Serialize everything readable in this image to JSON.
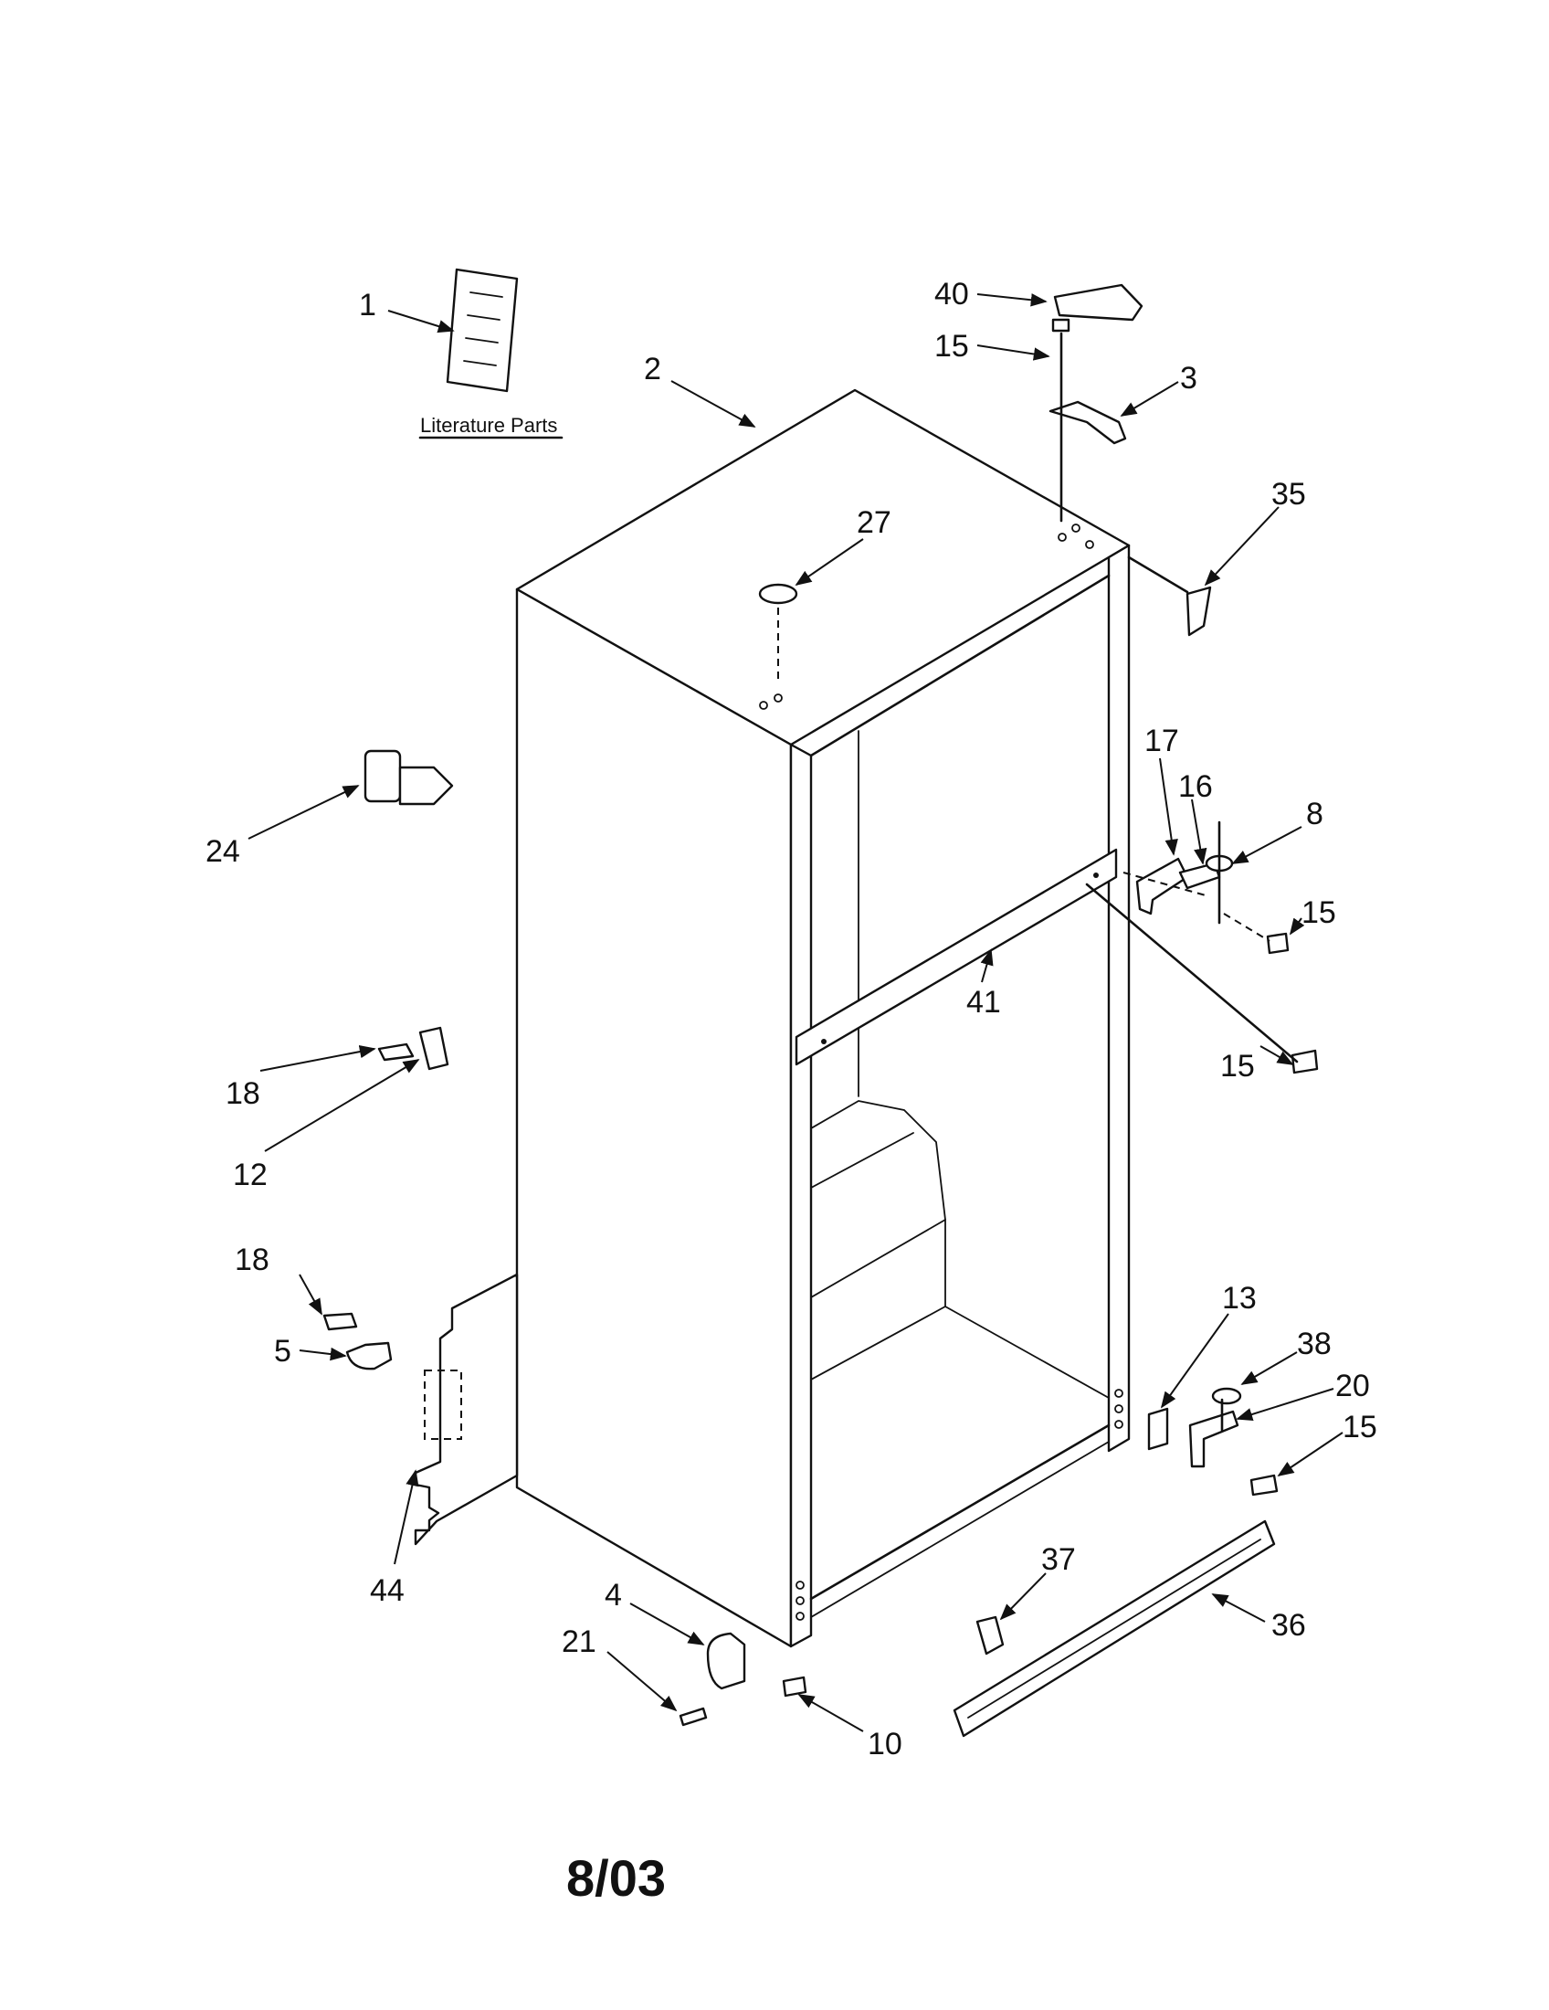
{
  "diagram": {
    "literature_caption": "Literature Parts",
    "date_code": "8/03",
    "callouts": {
      "c1": "1",
      "c2": "2",
      "c40": "40",
      "c15a": "15",
      "c3": "3",
      "c35": "35",
      "c27": "27",
      "c24": "24",
      "c17": "17",
      "c16": "16",
      "c8": "8",
      "c15b": "15",
      "c41": "41",
      "c15c": "15",
      "c18a": "18",
      "c12": "12",
      "c18b": "18",
      "c5": "5",
      "c44": "44",
      "c13": "13",
      "c38": "38",
      "c20": "20",
      "c15d": "15",
      "c37": "37",
      "c36": "36",
      "c4": "4",
      "c21": "21",
      "c10": "10"
    }
  }
}
